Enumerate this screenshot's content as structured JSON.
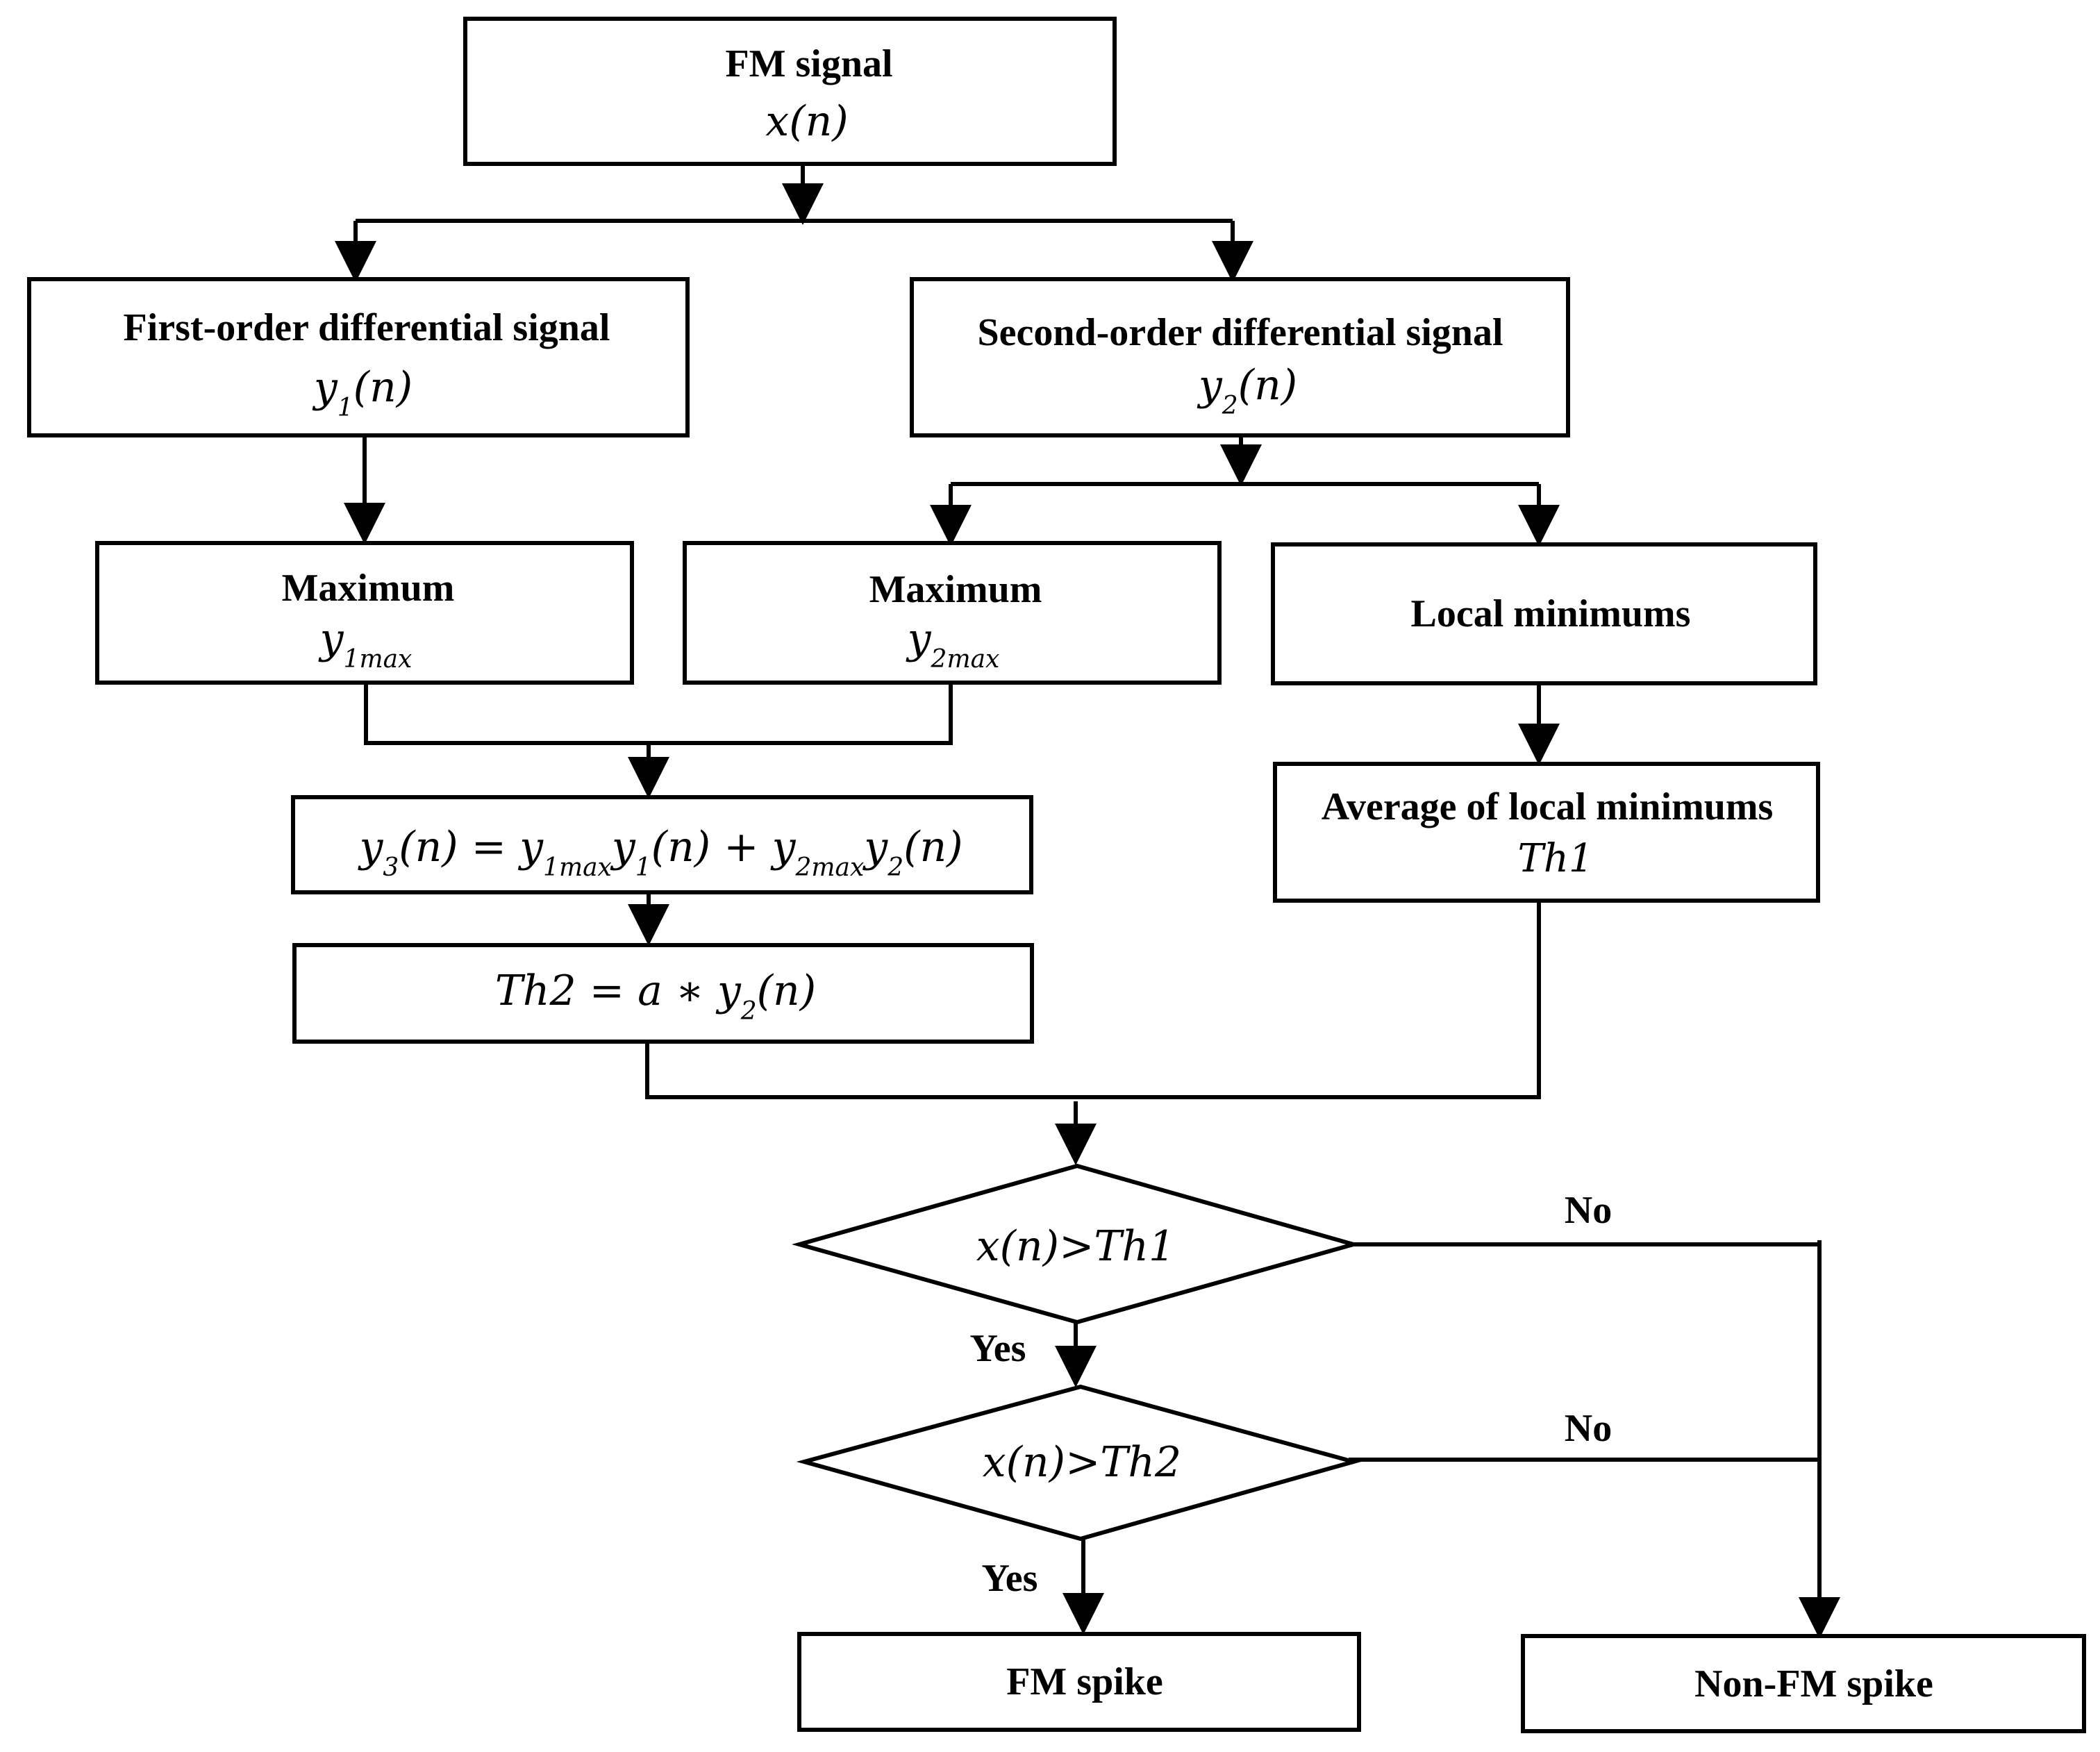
{
  "nodes": {
    "fm_signal": {
      "title": "FM signal",
      "var": "x",
      "arg": "(n)"
    },
    "first_order": {
      "title": "First-order differential signal",
      "var": "y",
      "sub": "1",
      "arg": "(n)"
    },
    "second_order": {
      "title": "Second-order differential signal",
      "var": "y",
      "sub": "2",
      "arg": "(n)"
    },
    "max1": {
      "title": "Maximum",
      "var": "y",
      "sub": "1max"
    },
    "max2": {
      "title": "Maximum",
      "var": "y",
      "sub": "2max"
    },
    "local_min": {
      "title": "Local minimums"
    },
    "y3_formula": {
      "lhs_var": "y",
      "lhs_sub": "3",
      "lhs_arg": "(n) = ",
      "t1_var": "y",
      "t1_sub": "1max",
      "t2_var": "y",
      "t2_sub": "1",
      "t2_arg": "(n) + ",
      "t3_var": "y",
      "t3_sub": "2max",
      "t4_var": "y",
      "t4_sub": "2",
      "t4_arg": "(n)"
    },
    "avg_min": {
      "title": "Average of local minimums",
      "var": "Th1"
    },
    "th2_formula": {
      "lhs": "Th2 = a ∗ ",
      "var": "y",
      "sub": "2",
      "arg": "(n)"
    },
    "decision1": {
      "text": "x(n)>Th1"
    },
    "decision2": {
      "text": "x(n)>Th2"
    },
    "fm_spike": {
      "title": "FM spike"
    },
    "non_fm_spike": {
      "title": "Non-FM spike"
    }
  },
  "edges": {
    "d1_no": "No",
    "d1_yes": "Yes",
    "d2_no": "No",
    "d2_yes": "Yes"
  },
  "colors": {
    "stroke": "#000000",
    "fill": "#ffffff"
  }
}
